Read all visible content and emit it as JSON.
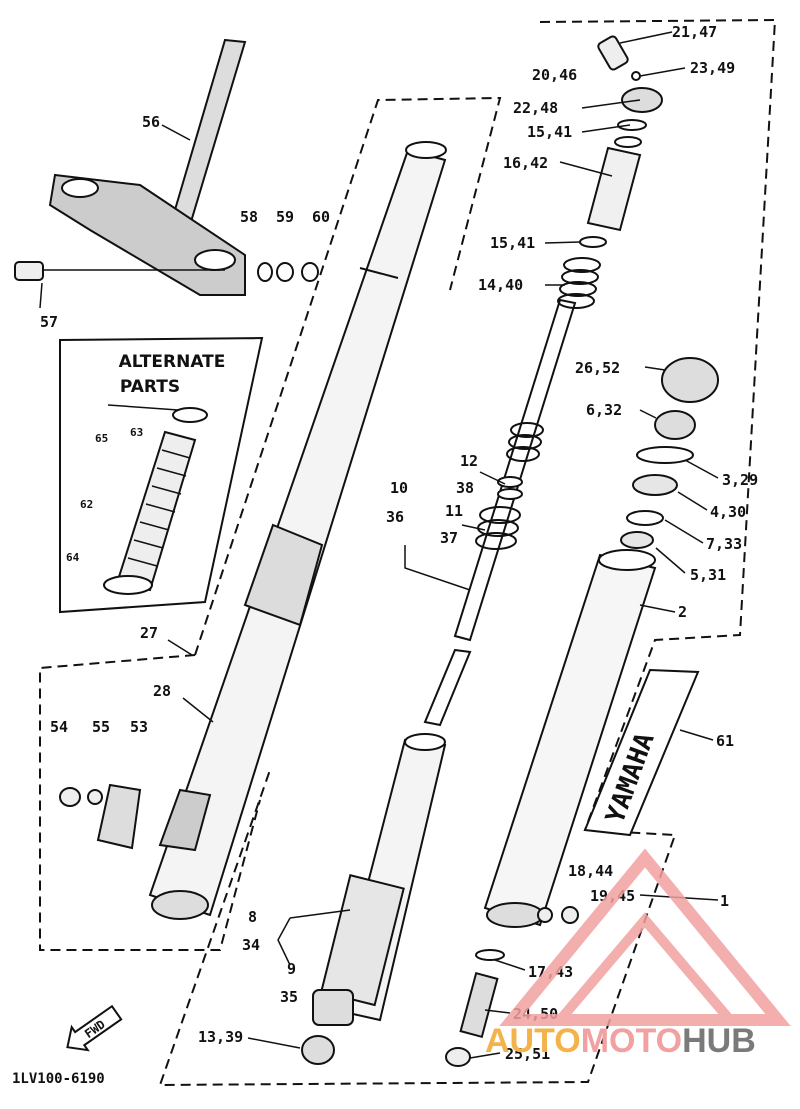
{
  "diagram": {
    "part_labels": [
      "21,47",
      "23,49",
      "20,46",
      "22,48",
      "15,41",
      "16,42",
      "15,41",
      "14,40",
      "26,52",
      "6,32",
      "3,29",
      "4,30",
      "7,33",
      "5,31",
      "2",
      "61",
      "1",
      "18,44",
      "19,45",
      "17,43",
      "24,50",
      "25,51",
      "56",
      "58",
      "59",
      "60",
      "57",
      "27",
      "28",
      "54",
      "55",
      "53",
      "12",
      "38",
      "10",
      "36",
      "11",
      "37",
      "8",
      "34",
      "9",
      "35",
      "13,39",
      "63",
      "62",
      "64",
      "65"
    ],
    "alternate_parts_title": "ALTERNATE\nPARTS",
    "alternate_title_line1": "ALTERNATE",
    "alternate_title_line2": "PARTS",
    "diagram_code": "1LV100-6190",
    "fwd_label": "FWD",
    "fork_decal_text": "YAMAHA"
  },
  "watermark": {
    "part1": "AUTO",
    "part2": "MOTO",
    "part3": "HUB",
    "color_accent": "#f2a0a0",
    "color_orange": "#f3b24a",
    "color_gray": "#7a7a7a"
  }
}
